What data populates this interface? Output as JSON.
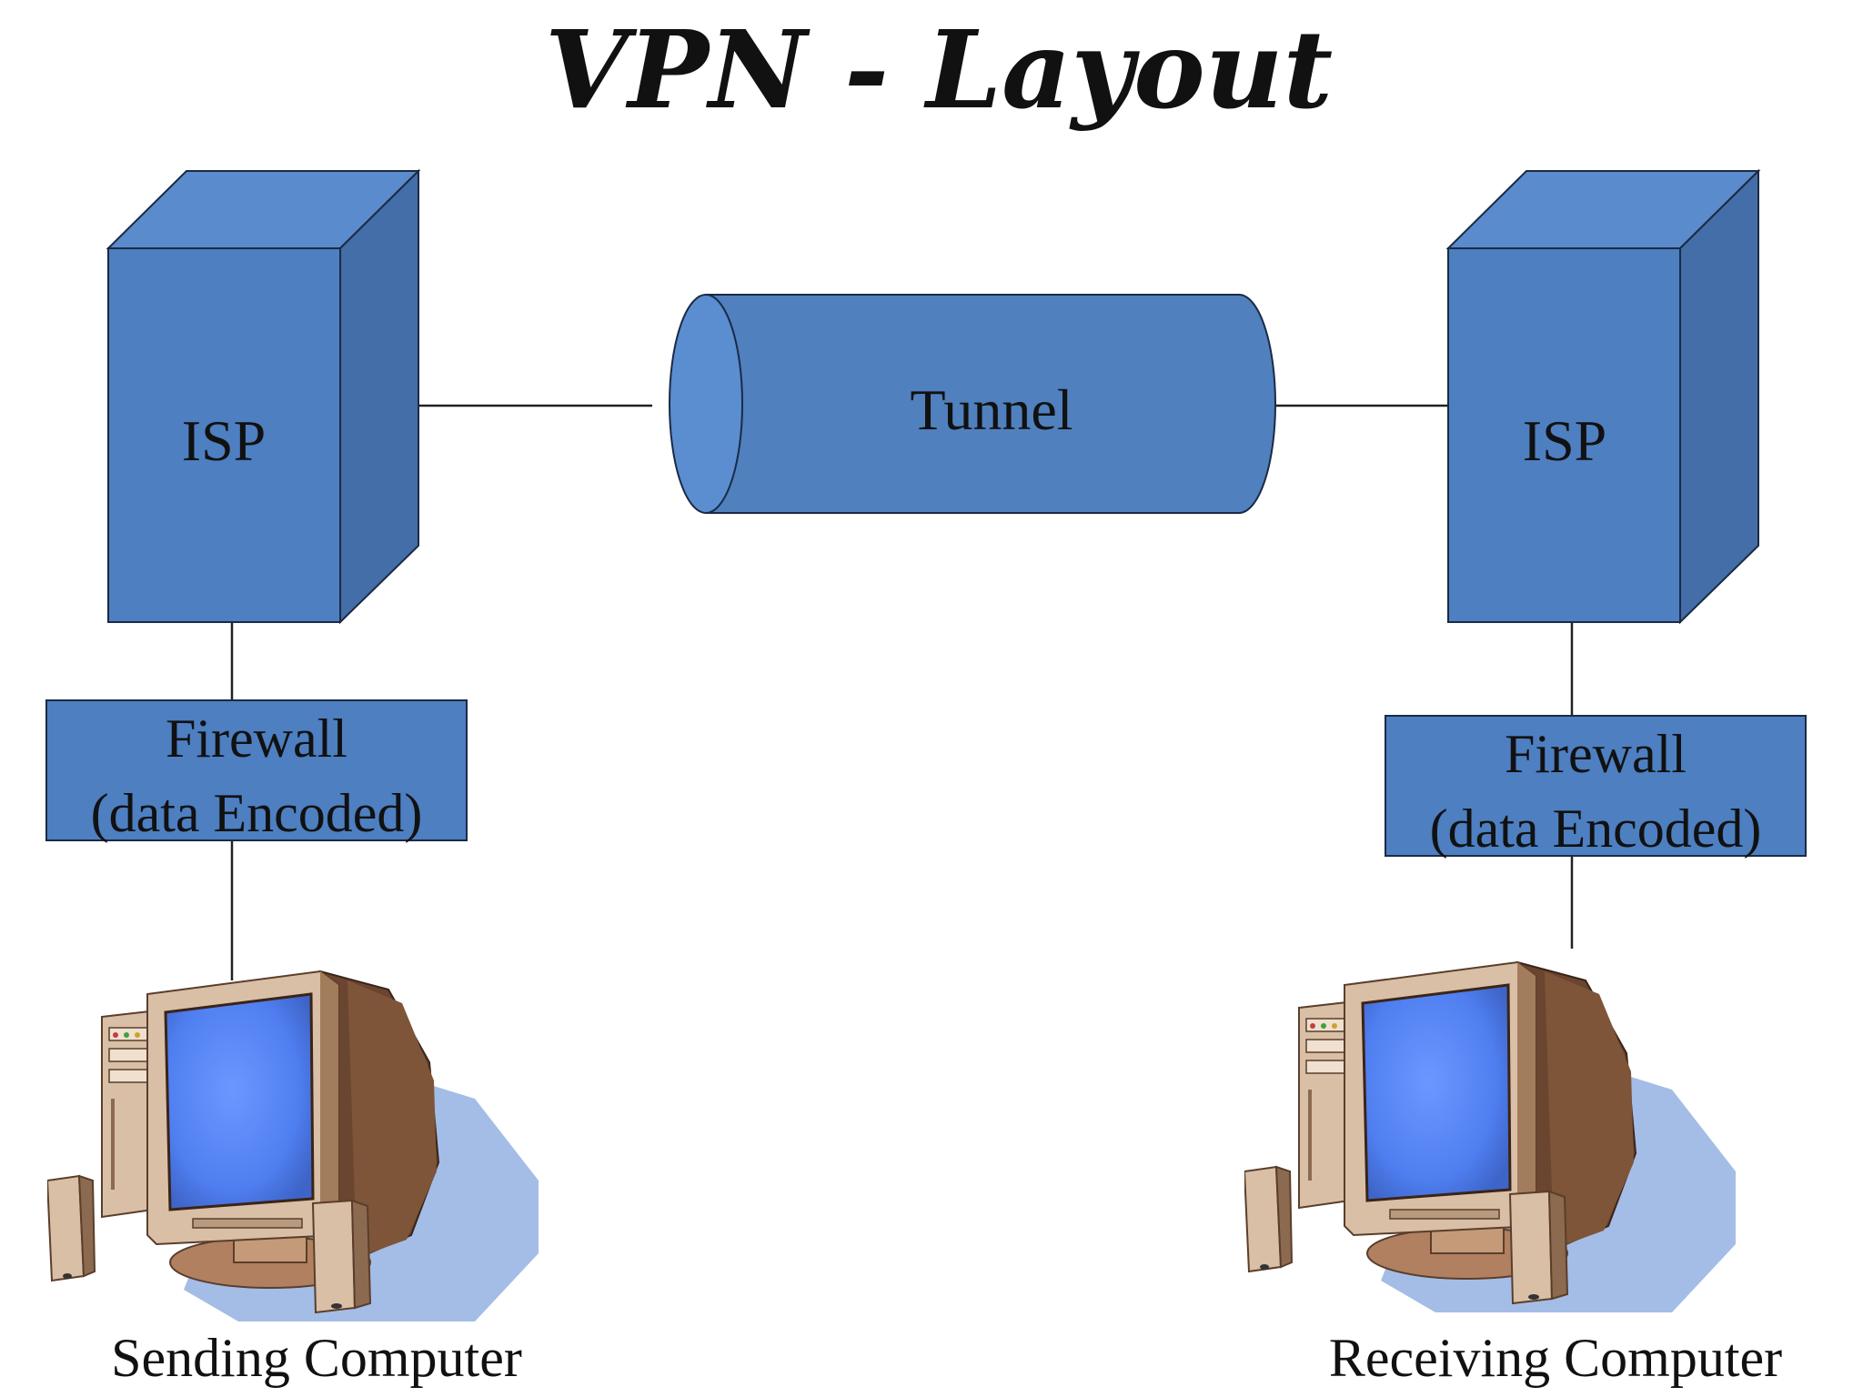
{
  "title": "VPN - Layout",
  "nodes": {
    "isp_left": {
      "label": "ISP"
    },
    "isp_right": {
      "label": "ISP"
    },
    "tunnel": {
      "label": "Tunnel"
    },
    "firewall_left": {
      "line1": "Firewall",
      "line2": "(data Encoded)"
    },
    "firewall_right": {
      "line1": "Firewall",
      "line2": "(data Encoded)"
    },
    "sending_computer": {
      "label": "Sending Computer"
    },
    "receiving_computer": {
      "label": "Receiving Computer"
    }
  },
  "colors": {
    "box_front": "#4d7fc1",
    "box_top": "#5a8bcc",
    "box_side": "#436ea8",
    "tunnel_body": "#5080be",
    "tunnel_end": "#5a8ed0",
    "screen": "#5a88f0",
    "case": "#d9bfa5",
    "shadow": "#a4bde6"
  },
  "icons": [
    "server-box-icon",
    "tunnel-cylinder-icon",
    "computer-icon",
    "speaker-icon"
  ]
}
